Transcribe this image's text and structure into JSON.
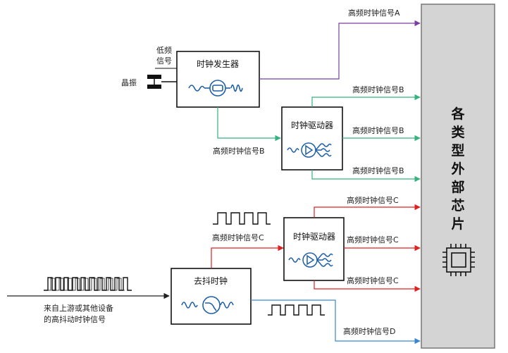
{
  "labels": {
    "crystal": "晶振",
    "low_freq_line1": "低频",
    "low_freq_line2": "信号",
    "clock_generator": "时钟发生器",
    "clock_driver": "时钟驱动器",
    "jitter_clean": "去抖时钟",
    "signal_a": "高频时钟信号A",
    "signal_b": "高频时钟信号B",
    "signal_c": "高频时钟信号C",
    "signal_d": "高频时钟信号D",
    "source_line1": "来自上游或其他设备",
    "source_line2": "的高抖动时钟信号"
  },
  "external_chips": [
    "各",
    "类",
    "型",
    "外",
    "部",
    "芯",
    "片"
  ],
  "colors": {
    "signal_a": "#7a3fa0",
    "signal_b": "#35b27e",
    "signal_c": "#e02020",
    "signal_d": "#3a86d0",
    "panel_fill": "#d4d4d4",
    "icon_blue": "#1f5fa8"
  }
}
